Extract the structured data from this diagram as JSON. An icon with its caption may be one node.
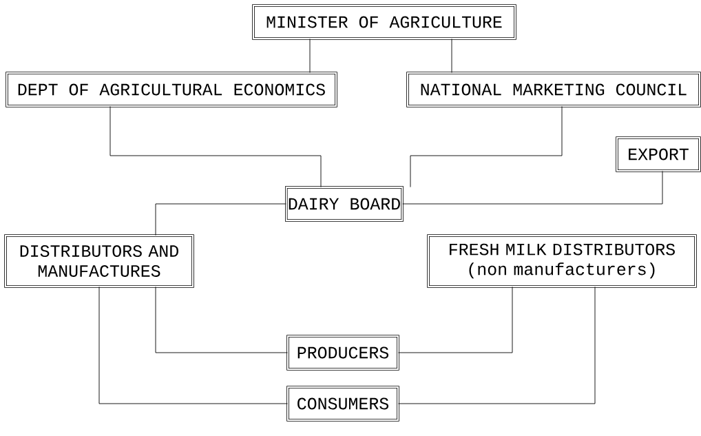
{
  "diagram": {
    "nodes": [
      {
        "text": [
          "MINISTER OF AGRICULTURE"
        ]
      },
      {
        "text": [
          "DEPT OF AGRICULTURAL ECONOMICS"
        ]
      },
      {
        "text": [
          "NATIONAL MARKETING COUNCIL"
        ]
      },
      {
        "text": [
          "EXPORT"
        ]
      },
      {
        "text": [
          "DAIRY BOARD"
        ]
      },
      {
        "text": [
          "DISTRIBUTORS AND MANUFACTURES"
        ]
      },
      {
        "text": [
          "FRESH MILK DISTRIBUTORS (non manufacturers)"
        ]
      },
      {
        "text": [
          "PRODUCERS"
        ]
      },
      {
        "text": [
          "CONSUMERS"
        ]
      }
    ],
    "edges": [
      {
        "from": 0,
        "to": 1,
        "arrow": "none"
      },
      {
        "from": 0,
        "to": 2,
        "arrow": "none"
      },
      {
        "from": 1,
        "to": 4,
        "arrow": "none"
      },
      {
        "from": 2,
        "to": 4,
        "arrow": "none"
      },
      {
        "from": 4,
        "to": 3,
        "arrow": "none"
      },
      {
        "from": 4,
        "to": 5,
        "arrow": "none"
      },
      {
        "from": 5,
        "to": 7,
        "arrow": "none"
      },
      {
        "from": 6,
        "to": 7,
        "arrow": "none"
      },
      {
        "from": 5,
        "to": 8,
        "arrow": "none"
      },
      {
        "from": 6,
        "to": 8,
        "arrow": "none"
      }
    ]
  }
}
